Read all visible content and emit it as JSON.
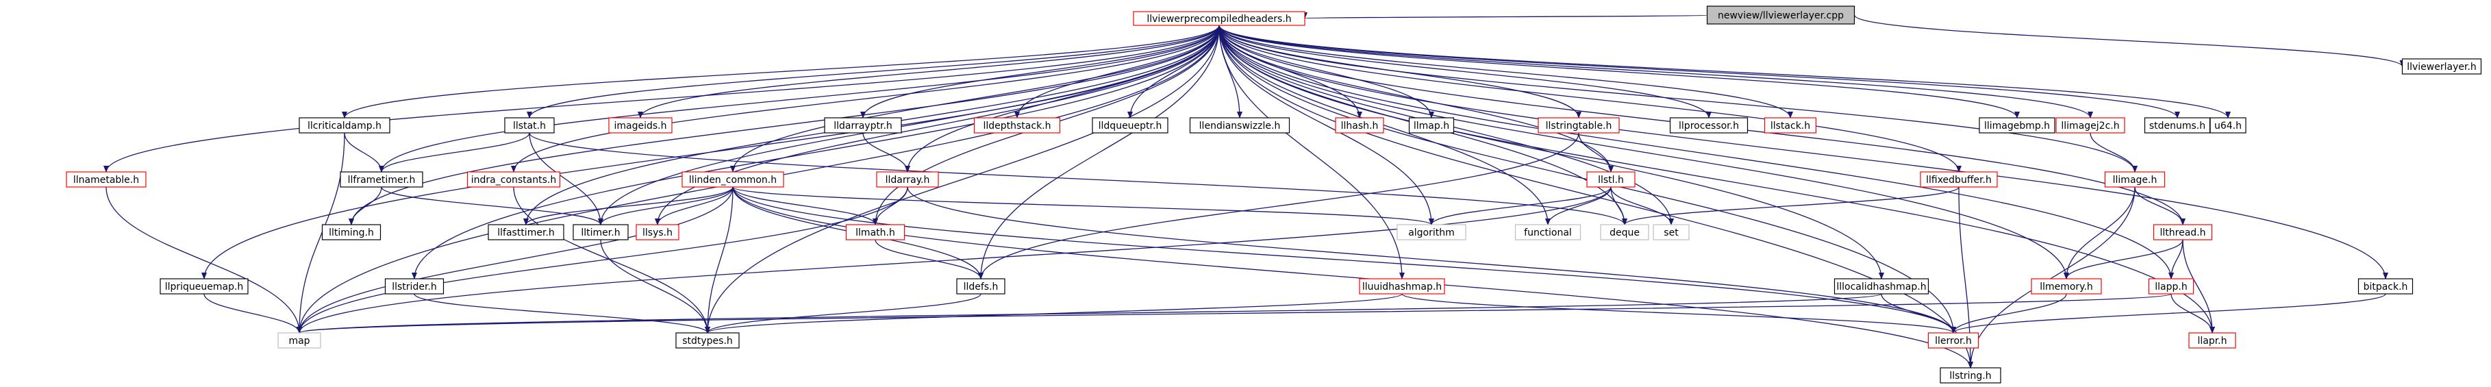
{
  "diagram": {
    "nodes": [
      {
        "id": "root",
        "label": "newview/llviewerlayer.cpp",
        "style": "root"
      },
      {
        "id": "pch",
        "label": "llviewerprecompiledheaders.h",
        "style": "red"
      },
      {
        "id": "llviewerlayer",
        "label": "llviewerlayer.h",
        "style": "black"
      },
      {
        "id": "llcriticaldamp",
        "label": "llcriticaldamp.h",
        "style": "black"
      },
      {
        "id": "llstat",
        "label": "llstat.h",
        "style": "black"
      },
      {
        "id": "imageids",
        "label": "imageids.h",
        "style": "red"
      },
      {
        "id": "lldarrayptr",
        "label": "lldarrayptr.h",
        "style": "black"
      },
      {
        "id": "lldepthstack",
        "label": "lldepthstack.h",
        "style": "red"
      },
      {
        "id": "llqueueptr",
        "label": "lldqueueptr.h",
        "style": "black"
      },
      {
        "id": "llendianswizzle",
        "label": "llendianswizzle.h",
        "style": "black"
      },
      {
        "id": "llhash",
        "label": "llhash.h",
        "style": "red"
      },
      {
        "id": "llmap",
        "label": "llmap.h",
        "style": "black"
      },
      {
        "id": "llstringtable",
        "label": "llstringtable.h",
        "style": "red"
      },
      {
        "id": "llprocessor",
        "label": "llprocessor.h",
        "style": "black"
      },
      {
        "id": "llstack",
        "label": "llstack.h",
        "style": "red"
      },
      {
        "id": "llimagebmp",
        "label": "llimagebmp.h",
        "style": "black"
      },
      {
        "id": "llimagej2c",
        "label": "llimagej2c.h",
        "style": "red"
      },
      {
        "id": "stdenums",
        "label": "stdenums.h",
        "style": "black"
      },
      {
        "id": "u64",
        "label": "u64.h",
        "style": "black"
      },
      {
        "id": "llnametable",
        "label": "llnametable.h",
        "style": "red"
      },
      {
        "id": "llframetimer",
        "label": "llframetimer.h",
        "style": "black"
      },
      {
        "id": "lltiming",
        "label": "lltiming.h",
        "style": "black"
      },
      {
        "id": "indra_constants",
        "label": "indra_constants.h",
        "style": "red"
      },
      {
        "id": "indra_common",
        "label": "llinden_common.h",
        "style": "red"
      },
      {
        "id": "lldarray",
        "label": "lldarray.h",
        "style": "red"
      },
      {
        "id": "llstl",
        "label": "llstl.h",
        "style": "red"
      },
      {
        "id": "llfixedbuffer",
        "label": "llfixedbuffer.h",
        "style": "red"
      },
      {
        "id": "llimage",
        "label": "llimage.h",
        "style": "red"
      },
      {
        "id": "llfasttimer",
        "label": "llfasttimer.h",
        "style": "black"
      },
      {
        "id": "lltimer",
        "label": "lltimer.h",
        "style": "black"
      },
      {
        "id": "llsys",
        "label": "llsys.h",
        "style": "red"
      },
      {
        "id": "llmath",
        "label": "llmath.h",
        "style": "red"
      },
      {
        "id": "algorithm",
        "label": "algorithm",
        "style": "gray"
      },
      {
        "id": "functional",
        "label": "functional",
        "style": "gray"
      },
      {
        "id": "deque",
        "label": "deque",
        "style": "gray"
      },
      {
        "id": "set",
        "label": "set",
        "style": "gray"
      },
      {
        "id": "llthread",
        "label": "llthread.h",
        "style": "red"
      },
      {
        "id": "llpriqueuemap",
        "label": "llpriqueuemap.h",
        "style": "black"
      },
      {
        "id": "llstrider",
        "label": "llstrider.h",
        "style": "black"
      },
      {
        "id": "lldefs",
        "label": "lldefs.h",
        "style": "black"
      },
      {
        "id": "lluuidhashmap",
        "label": "lluuidhashmap.h",
        "style": "red"
      },
      {
        "id": "lllocalidhashmap",
        "label": "lllocalidhashmap.h",
        "style": "black"
      },
      {
        "id": "llmemory",
        "label": "llmemory.h",
        "style": "red"
      },
      {
        "id": "llapp",
        "label": "llapp.h",
        "style": "red"
      },
      {
        "id": "bitpack",
        "label": "bitpack.h",
        "style": "black"
      },
      {
        "id": "map",
        "label": "map",
        "style": "gray"
      },
      {
        "id": "stdtypes",
        "label": "stdtypes.h",
        "style": "black"
      },
      {
        "id": "llerror",
        "label": "llerror.h",
        "style": "red"
      },
      {
        "id": "llapr",
        "label": "llapr.h",
        "style": "red"
      },
      {
        "id": "llstring",
        "label": "llstring.h",
        "style": "black"
      }
    ]
  }
}
